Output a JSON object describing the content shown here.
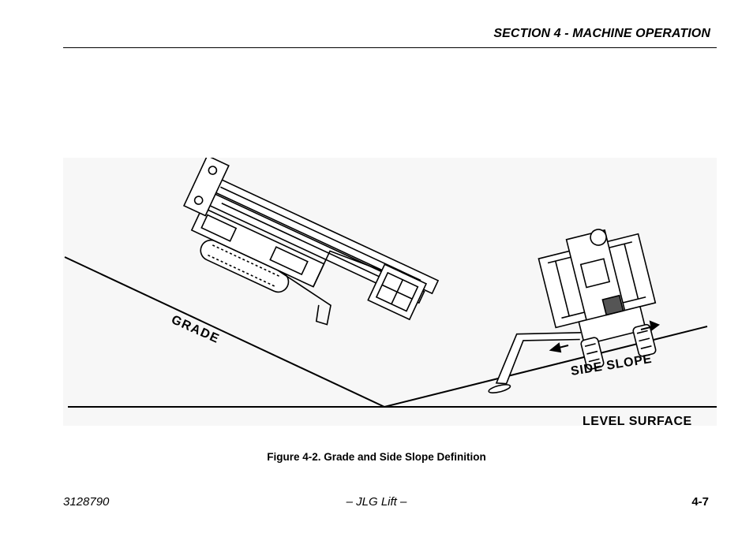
{
  "header": {
    "section_title": "SECTION 4 - MACHINE OPERATION"
  },
  "figure": {
    "labels": {
      "grade": "GRADE",
      "side_slope": "SIDE SLOPE",
      "level_surface": "LEVEL SURFACE"
    },
    "caption": "Figure 4-2. Grade and Side Slope Definition"
  },
  "footer": {
    "doc_number": "3128790",
    "publisher": "– JLG Lift –",
    "page_number": "4-7"
  }
}
